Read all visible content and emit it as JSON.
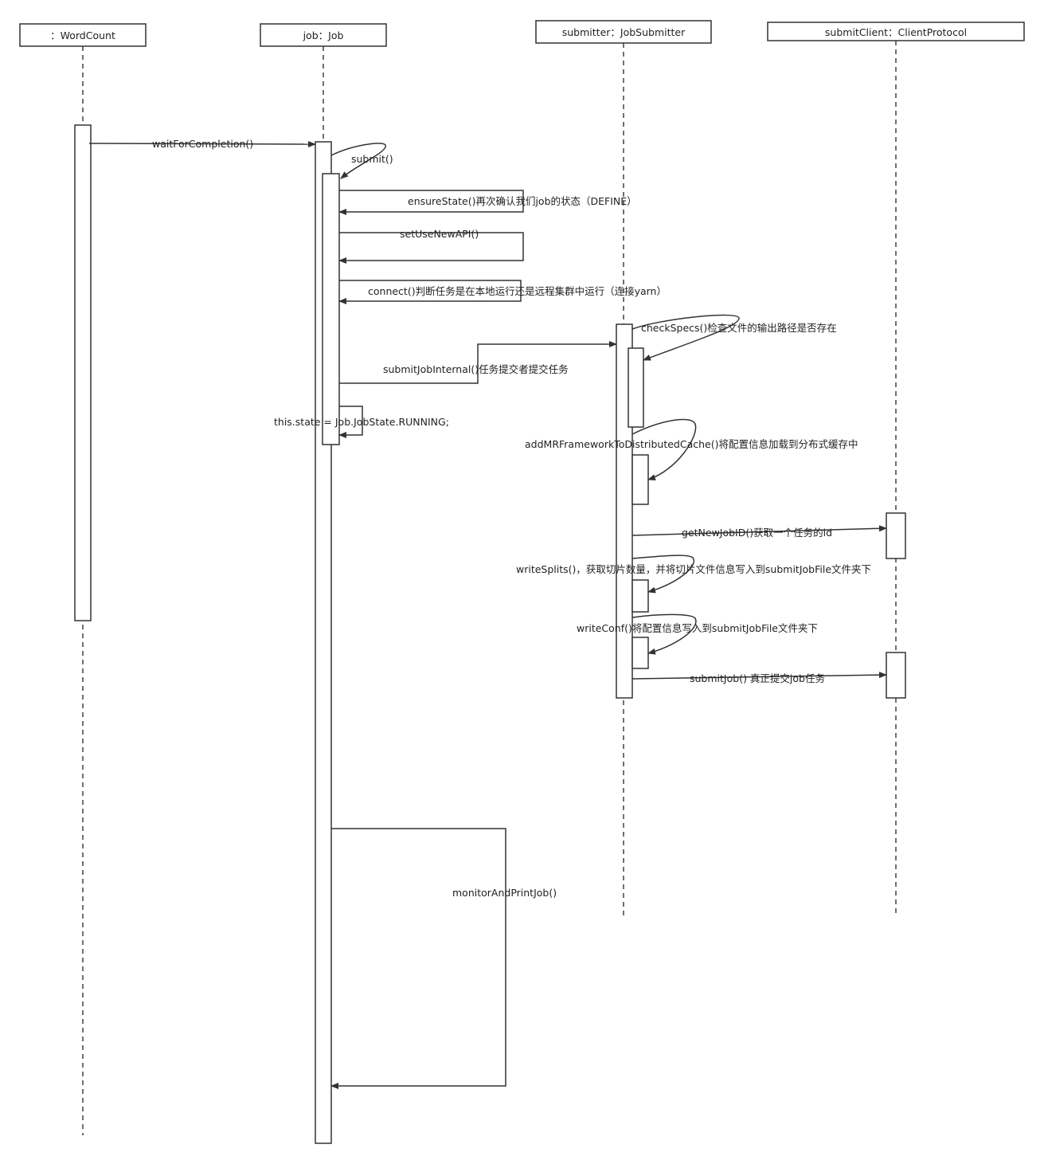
{
  "participants": [
    {
      "id": "wordcount",
      "label": "：WordCount"
    },
    {
      "id": "job",
      "label": "job：Job"
    },
    {
      "id": "submitter",
      "label": "submitter：JobSubmitter"
    },
    {
      "id": "client",
      "label": "submitClient：ClientProtocol"
    }
  ],
  "messages": {
    "wait_for_completion": "waitForCompletion()",
    "submit": "submit()",
    "ensure_state": "ensureState()再次确认我们job的状态（DEFINE）",
    "set_use_new_api": "setUseNewAPI()",
    "connect": "connect()判断任务是在本地运行还是远程集群中运行（连接yarn）",
    "submit_job_internal": "submitJobInternal()任务提交者提交任务",
    "set_state_running": "this.state = Job.JobState.RUNNING;",
    "check_specs": "checkSpecs()检查文件的输出路径是否存在",
    "add_mr_framework": "addMRFrameworkToDistributedCache()将配置信息加载到分布式缓存中",
    "get_new_job_id": "getNewJobID()获取一个任务的id",
    "write_splits": "writeSplits()，获取切片数量，并将切片文件信息写入到submitJobFile文件夹下",
    "write_conf": "writeConf()将配置信息写入到submitJobFile文件夹下",
    "submit_job": "submitJob() 真正提交job任务",
    "monitor_and_print_job": "monitorAndPrintJob()"
  },
  "colors": {
    "line": "#333333",
    "text": "#222222",
    "background": "#ffffff"
  }
}
